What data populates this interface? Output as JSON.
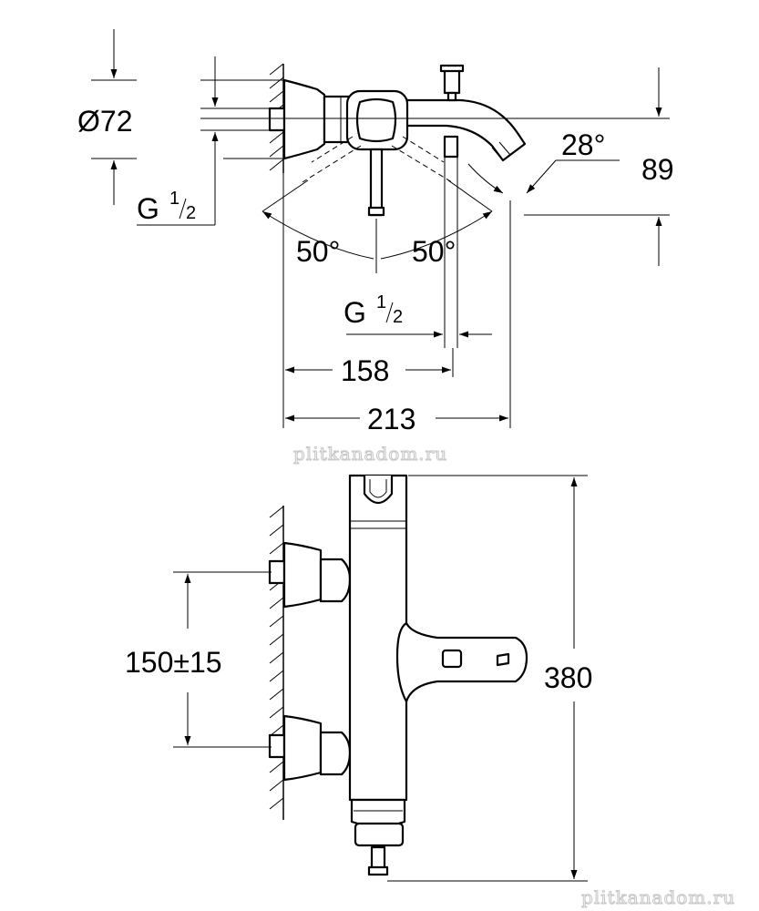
{
  "top_view": {
    "diameter_label": "Ø72",
    "left_thread": {
      "letter": "G",
      "numerator": "1",
      "denominator": "2"
    },
    "bottom_thread": {
      "letter": "G",
      "numerator": "1",
      "denominator": "2"
    },
    "angle_left": "50°",
    "angle_right": "50°",
    "spout_angle": "28°",
    "height_dim": "89",
    "dim_158": "158",
    "dim_213": "213"
  },
  "front_view": {
    "spacing_dim": "150±15",
    "height_dim": "380"
  },
  "watermarks": [
    "plitkanadom.ru",
    "plitkanadom.ru"
  ]
}
